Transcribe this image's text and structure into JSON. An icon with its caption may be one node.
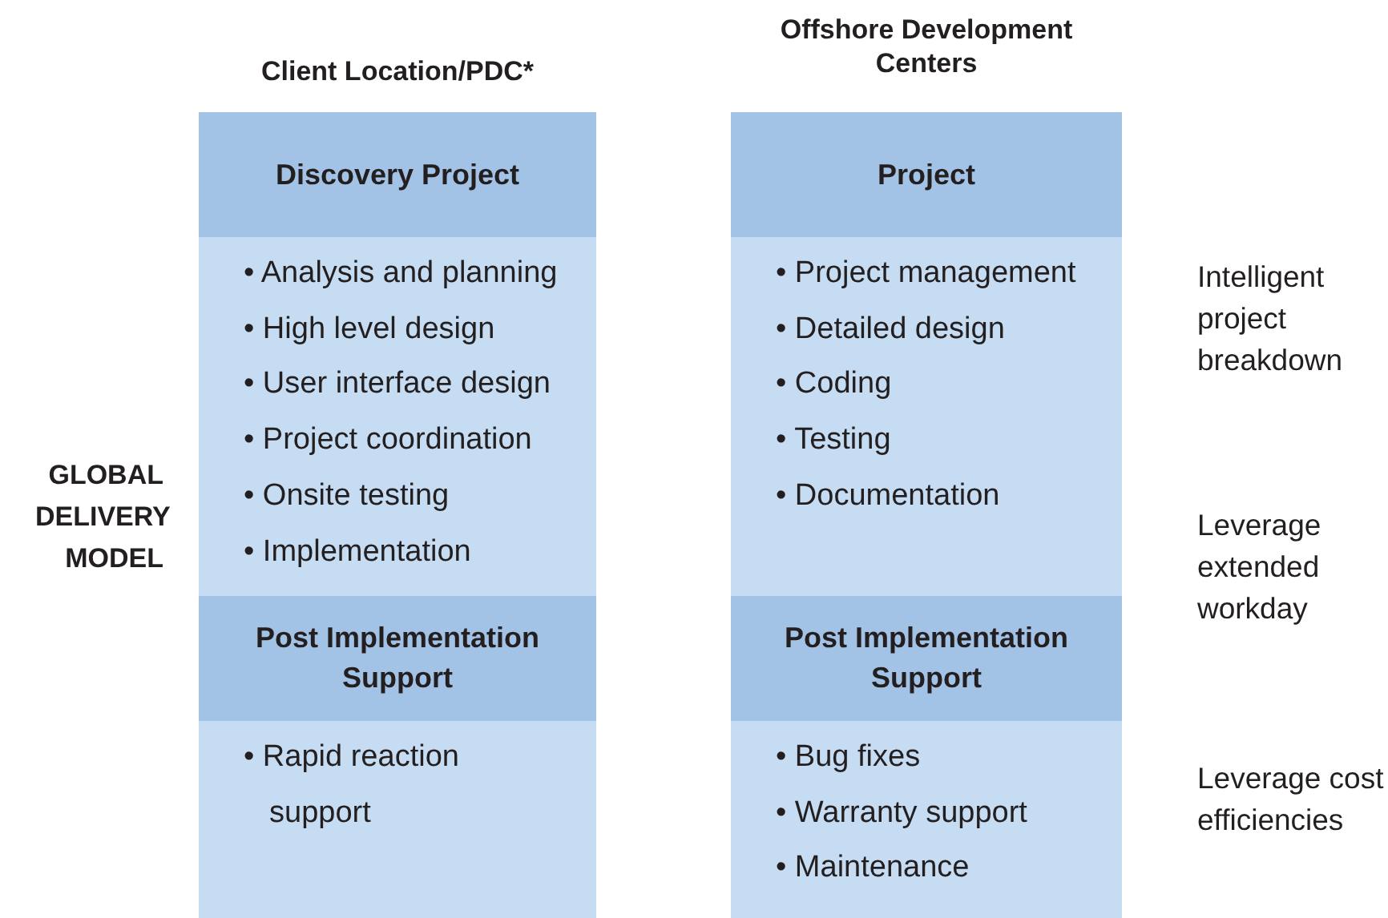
{
  "diagram": {
    "nodes": [
      {
        "text": [
          "Client Location/PDC*"
        ]
      },
      {
        "text": [
          "Discovery Project"
        ],
        "in": 0
      },
      {
        "text": [
          "• Analysis and planning",
          "• High level design",
          "• User interface design",
          "• Project coordination",
          "• Onsite testing",
          "• Implementation"
        ],
        "in": 0
      },
      {
        "text": [
          "Post Implementation Support"
        ],
        "in": 0
      },
      {
        "text": [
          "• Rapid reaction support"
        ],
        "in": 0
      },
      {
        "text": [
          "Offshore Development Centers"
        ]
      },
      {
        "text": [
          "Project"
        ],
        "in": 5
      },
      {
        "text": [
          "• Project management",
          "• Detailed design",
          "• Coding",
          "• Testing",
          "• Documentation"
        ],
        "in": 5
      },
      {
        "text": [
          "Post Implementation Support"
        ],
        "in": 5
      },
      {
        "text": [
          "• Bug fixes",
          "• Warranty support",
          "• Maintenance"
        ],
        "in": 5
      }
    ],
    "edges": [],
    "labels": [
      "GLOBAL DELIVERY MODEL",
      "Intelligent project breakdown",
      "Leverage extended workday",
      "Leverage cost efficiencies"
    ]
  }
}
